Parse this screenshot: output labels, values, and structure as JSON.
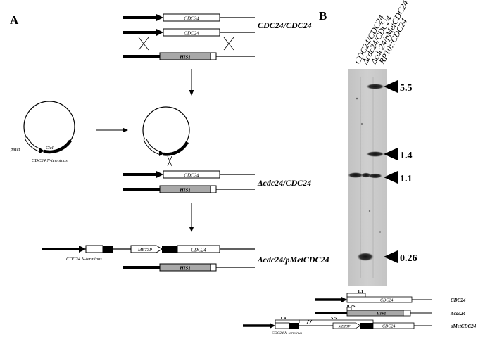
{
  "panel_a": {
    "label": "A",
    "genotypes": {
      "wild_type": "CDC24/CDC24",
      "deletion": "Δcdc24/CDC24",
      "pmet": "Δcdc24/pMetCDC24"
    },
    "gene_labels": {
      "cdc24": "CDC24",
      "his1": "HIS1",
      "met3p": "MET3P"
    },
    "plasmid": {
      "promoter": "pMet",
      "site": "ClaI",
      "fragment": "CDC24 N-terminus"
    },
    "construct_label": "CDC24 N-terminus"
  },
  "panel_b": {
    "label": "B",
    "lanes": [
      "CDC24/CDC24",
      "Δcdc24/CDC24",
      "Δcdc24/pMetCDC24",
      "RP10::CDC24"
    ],
    "sizes": [
      "5.5",
      "1.4",
      "1.1",
      "0.26"
    ],
    "maps": {
      "rows": [
        "CDC24",
        "Δcdc24",
        "pMetCDC24"
      ],
      "fragments": [
        "1.1",
        "0.26",
        "1.4",
        "5.5"
      ],
      "cdc24": "CDC24",
      "his1": "HIS1",
      "met3p": "MET3P",
      "nterm": "CDC24 N-terminus"
    }
  }
}
